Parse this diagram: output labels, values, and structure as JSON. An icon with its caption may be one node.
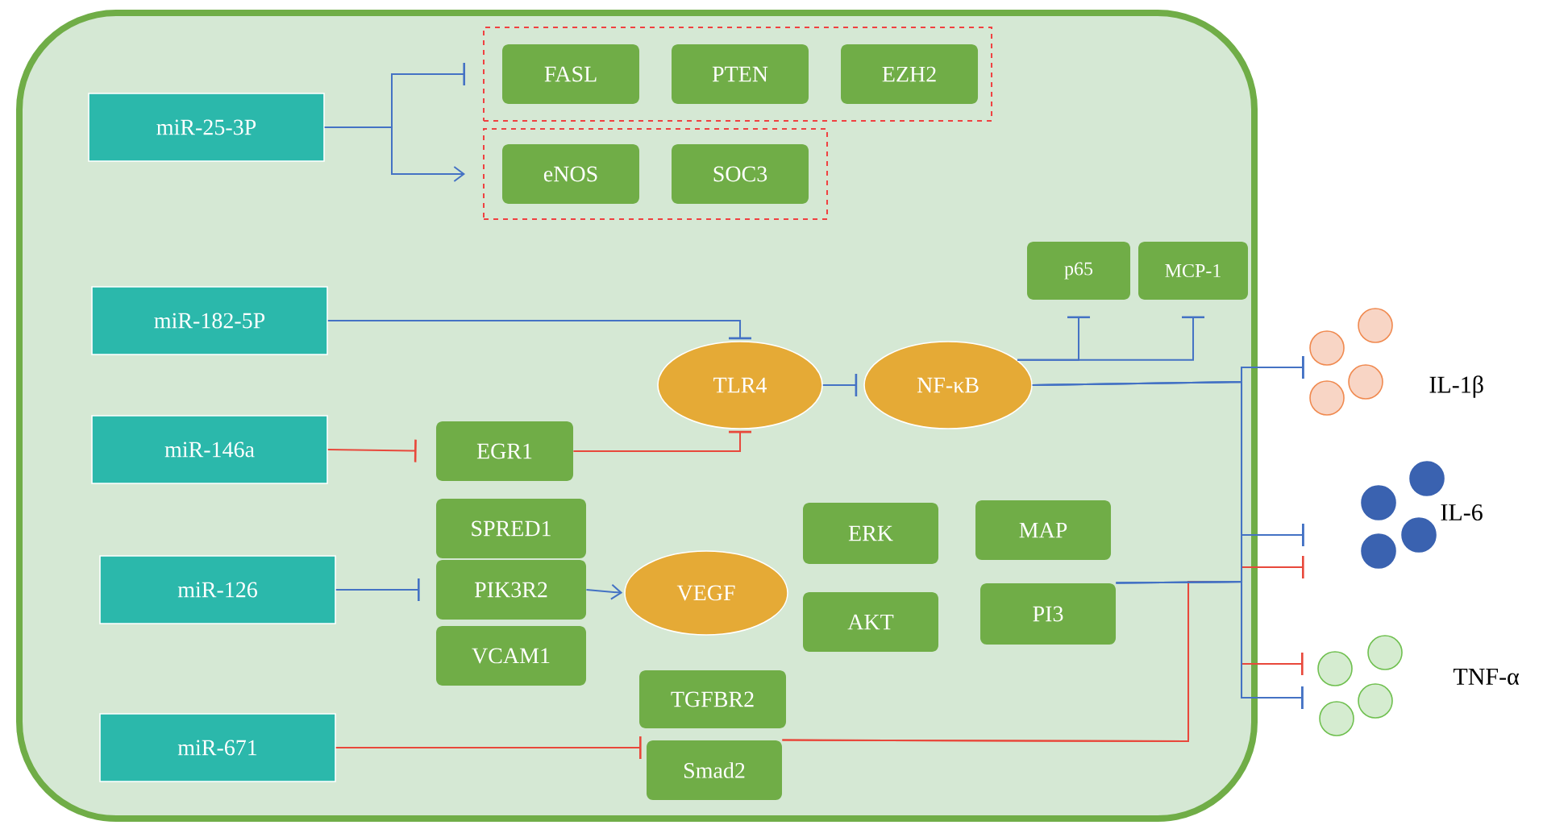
{
  "diagram": {
    "nodes": [
      {
        "text": [],
        "shape": "box"
      },
      {
        "text": [],
        "shape": "box",
        "in": 0
      },
      {
        "text": [
          "FASL"
        ],
        "in": 1
      },
      {
        "text": [
          "PTEN"
        ],
        "in": 1
      },
      {
        "text": [
          "EZH2"
        ],
        "in": 1
      },
      {
        "text": [],
        "shape": "box",
        "in": 0
      },
      {
        "text": [
          "eNOS"
        ],
        "in": 5
      },
      {
        "text": [
          "SOC3"
        ],
        "in": 5
      },
      {
        "text": [
          "miR-25-3P"
        ],
        "in": 0
      },
      {
        "text": [
          "miR-182-5P"
        ],
        "in": 0
      },
      {
        "text": [
          "TLR4"
        ],
        "in": 0
      },
      {
        "text": [
          "NF-κB"
        ],
        "in": 0
      },
      {
        "text": [
          "p65"
        ],
        "in": 0
      },
      {
        "text": [
          "MCP-1"
        ],
        "in": 0
      },
      {
        "text": [
          "miR-146a"
        ],
        "in": 0
      },
      {
        "text": [
          "EGR1"
        ],
        "in": 0
      },
      {
        "text": [
          "SPRED1"
        ],
        "in": 0
      },
      {
        "text": [
          "miR-126"
        ],
        "in": 0
      },
      {
        "text": [
          "PIK3R2"
        ],
        "in": 0
      },
      {
        "text": [
          "VEGF"
        ],
        "in": 0
      },
      {
        "text": [
          "VCAM1"
        ],
        "in": 0
      },
      {
        "text": [
          "ERK"
        ],
        "in": 0
      },
      {
        "text": [
          "MAP"
        ],
        "in": 0
      },
      {
        "text": [
          "AKT"
        ],
        "in": 0
      },
      {
        "text": [
          "PI3"
        ],
        "in": 0
      },
      {
        "text": [
          "miR-671"
        ],
        "in": 0
      },
      {
        "text": [
          "TGFBR2"
        ],
        "in": 0
      },
      {
        "text": [
          "Smad2"
        ],
        "in": 0
      },
      {
        "text": [],
        "shape": "circle",
        "beside": [
          "IL-1β"
        ]
      },
      {
        "text": [],
        "shape": "circle",
        "beside": [
          "IL-6"
        ]
      },
      {
        "text": [],
        "shape": "circle",
        "beside": [
          "TNF-α"
        ]
      }
    ],
    "edges": [
      {
        "from": 8,
        "to": 1,
        "arrow": "other"
      },
      {
        "from": 8,
        "to": 5,
        "arrow": "to"
      },
      {
        "from": 9,
        "to": 10,
        "arrow": "other"
      },
      {
        "from": 14,
        "to": 15,
        "arrow": "other",
        "color": "#e8483b"
      },
      {
        "from": 15,
        "to": 10,
        "arrow": "other",
        "color": "#e8483b"
      },
      {
        "from": 10,
        "to": 11,
        "arrow": "other"
      },
      {
        "from": 11,
        "to": 12,
        "arrow": "other"
      },
      {
        "from": 11,
        "to": 13,
        "arrow": "other"
      },
      {
        "from": 11,
        "to": 28,
        "arrow": "other"
      },
      {
        "from": 11,
        "to": 29,
        "arrow": "other"
      },
      {
        "from": 11,
        "to": 30,
        "arrow": "other"
      },
      {
        "from": 17,
        "to": 18,
        "arrow": "other"
      },
      {
        "from": 18,
        "to": 19,
        "arrow": "to"
      },
      {
        "from": 24,
        "to": 28,
        "arrow": "other"
      },
      {
        "from": 24,
        "to": 29,
        "arrow": "other"
      },
      {
        "from": 24,
        "to": 30,
        "arrow": "other"
      },
      {
        "from": 25,
        "to": 27,
        "arrow": "other",
        "color": "#e8483b"
      },
      {
        "from": 27,
        "to": 29,
        "arrow": "other",
        "color": "#e8483b"
      },
      {
        "from": 27,
        "to": 30,
        "arrow": "other",
        "color": "#e8483b"
      }
    ]
  }
}
